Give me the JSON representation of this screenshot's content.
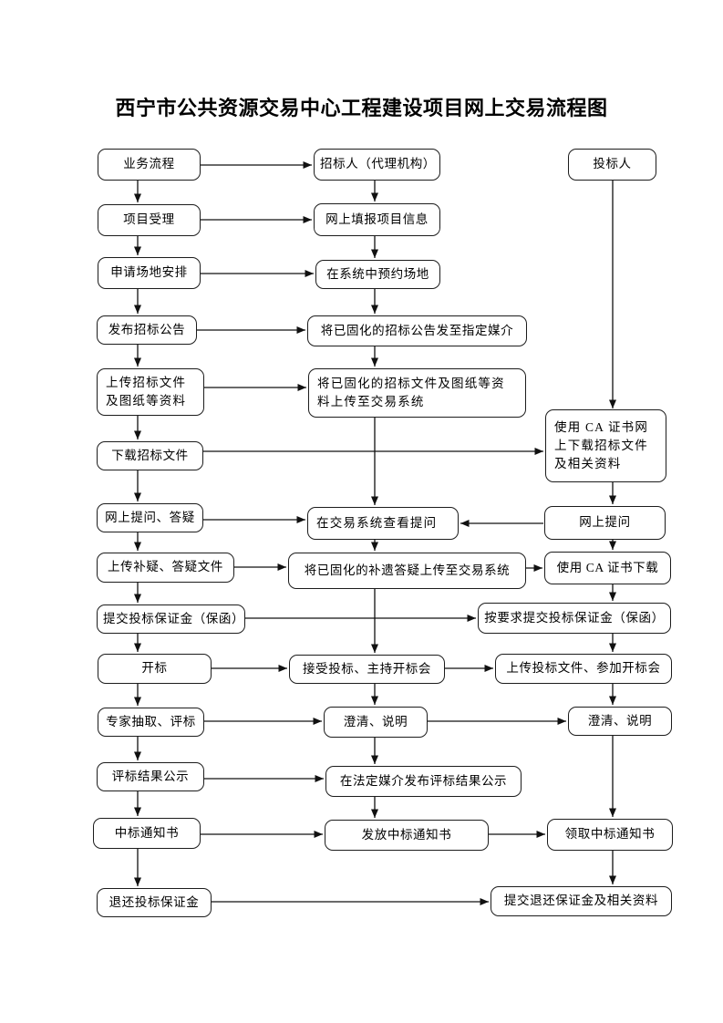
{
  "title": "西宁市公共资源交易中心工程建设项目网上交易流程图",
  "flow": {
    "left": [
      "业务流程",
      "项目受理",
      "申请场地安排",
      "发布招标公告",
      "上传招标文件及图纸等资料",
      "下载招标文件",
      "网上提问、答疑",
      "上传补疑、答疑文件",
      "提交投标保证金（保函）",
      "开标",
      "专家抽取、评标",
      "评标结果公示",
      "中标通知书",
      "退还投标保证金"
    ],
    "middle": [
      "招标人（代理机构）",
      "网上填报项目信息",
      "在系统中预约场地",
      "将已固化的招标公告发至指定媒介",
      "将已固化的招标文件及图纸等资料上传至交易系统",
      "在交易系统查看提问",
      "将已固化的补遗答疑上传至交易系统",
      "接受投标、主持开标会",
      "澄清、说明",
      "在法定媒介发布评标结果公示",
      "发放中标通知书"
    ],
    "right": [
      "投标人",
      "使用 CA 证书网上下载招标文件及相关资料",
      "网上提问",
      "使用 CA 证书下载",
      "按要求提交投标保证金（保函）",
      "上传投标文件、参加开标会",
      "澄清、说明",
      "领取中标通知书",
      "提交退还保证金及相关资料"
    ]
  }
}
